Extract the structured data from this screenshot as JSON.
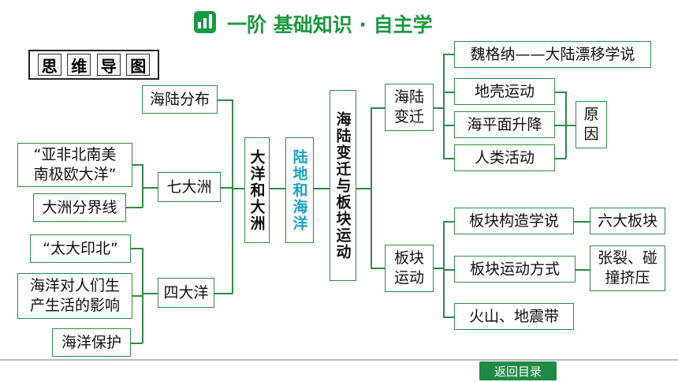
{
  "header": {
    "title": "一阶  基础知识 · 自主学"
  },
  "mindmap_label": [
    "思",
    "维",
    "导",
    "图"
  ],
  "center": {
    "left": "大洋和大洲",
    "middle": "陆地和海洋",
    "right": "海陆变迁与板块运动"
  },
  "left_branches": {
    "distribution": "海陆分布",
    "seven_continents": "七大洲",
    "continents_children": [
      "“亚非北南美\n南极欧大洋”",
      "大洲分界线"
    ],
    "four_oceans": "四大洋",
    "oceans_children": [
      "“太大印北”",
      "海洋对人们生\n产生活的影响",
      "海洋保护"
    ]
  },
  "right_branches": {
    "change": "海陆\n变迁",
    "change_children": [
      "魏格纳——大陆漂移学说",
      "地壳运动",
      "海平面升降",
      "人类活动"
    ],
    "cause": "原\n因",
    "plate": "板块\n运动",
    "plate_children": [
      "板块构造学说",
      "板块运动方式",
      "火山、地震带"
    ],
    "six_plates": "六大板块",
    "movement_types": "张裂、碰\n撞挤压"
  },
  "footer": {
    "back_button": "返回目录"
  },
  "colors": {
    "accent": "#1a9940",
    "line": "#2e8b45",
    "highlight_text": "#1aa3c8"
  }
}
